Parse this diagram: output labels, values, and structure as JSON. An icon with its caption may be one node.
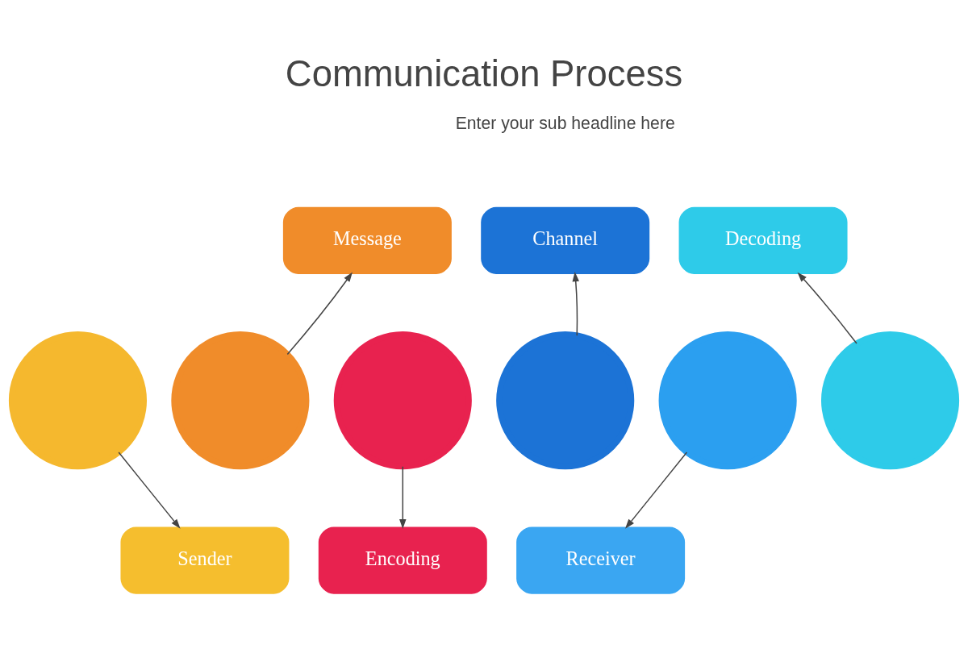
{
  "diagram": {
    "title": "Communication Process",
    "nodes": [
      {
        "text": [
          "Message"
        ]
      },
      {
        "text": [
          "Channel"
        ]
      },
      {
        "text": [
          "Decoding"
        ]
      },
      {
        "text": [],
        "shape": "circle"
      },
      {
        "text": [],
        "shape": "circle"
      },
      {
        "text": [],
        "shape": "circle"
      },
      {
        "text": [],
        "shape": "circle"
      },
      {
        "text": [],
        "shape": "circle"
      },
      {
        "text": [],
        "shape": "circle"
      },
      {
        "text": [
          "Sender"
        ]
      },
      {
        "text": [
          "Encoding"
        ]
      },
      {
        "text": [
          "Receiver"
        ]
      }
    ],
    "edges": [
      {
        "from": 3,
        "to": 9,
        "arrow": "to"
      },
      {
        "from": 4,
        "to": 0,
        "arrow": "to"
      },
      {
        "from": 5,
        "to": 10,
        "arrow": "to"
      },
      {
        "from": 6,
        "to": 1,
        "arrow": "to"
      },
      {
        "from": 7,
        "to": 11,
        "arrow": "to"
      },
      {
        "from": 8,
        "to": 2,
        "arrow": "to"
      }
    ],
    "labels": [
      "Enter your sub headline here"
    ]
  }
}
